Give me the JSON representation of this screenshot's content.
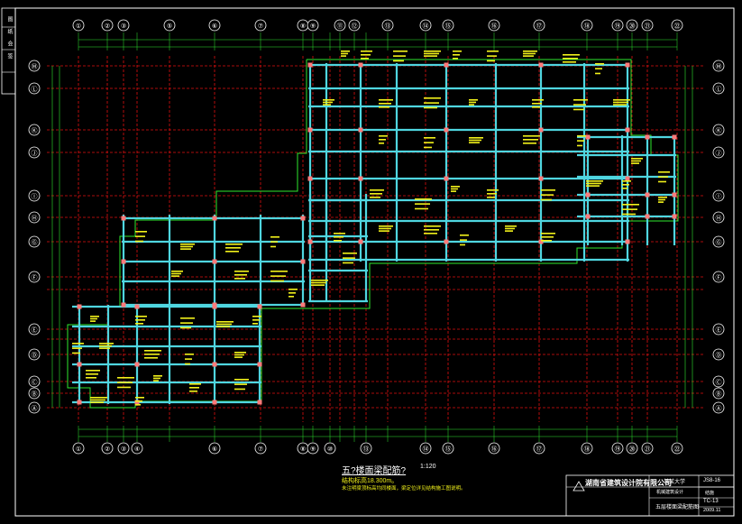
{
  "drawing": {
    "column_axes_top": [
      "①",
      "②",
      "③",
      "⑤",
      "⑥",
      "⑦",
      "⑧",
      "⑨",
      "⑪",
      "⑫",
      "⑬",
      "⑭",
      "⑮",
      "⑯",
      "⑰",
      "⑱",
      "⑲",
      "⑳",
      "㉑",
      "㉒"
    ],
    "column_axes_bottom": [
      "①",
      "②",
      "③",
      "④",
      "⑥",
      "⑦",
      "⑧",
      "⑨",
      "⑩",
      "⑬",
      "⑭",
      "⑮",
      "⑯",
      "⑰",
      "⑱",
      "⑲",
      "⑳",
      "㉑",
      "㉒"
    ],
    "row_axes": [
      "Ⓜ",
      "Ⓛ",
      "Ⓚ",
      "Ⓙ",
      "Ⓘ",
      "Ⓗ",
      "Ⓖ",
      "Ⓕ",
      "Ⓔ",
      "Ⓓ",
      "Ⓒ",
      "Ⓑ",
      "Ⓐ"
    ],
    "plan_title": "五?楼面梁配筋?",
    "scale": "1:120",
    "note_line1": "结构标高18.300m。",
    "note_line2": "未注明梁顶标高均同楼面，梁定位详见结构施工图说明。"
  },
  "sidebar": {
    "text": "图 纸 会 签"
  },
  "title_block": {
    "institute": "湖南省建筑设计院有限公司",
    "project": "某某大学",
    "subproject": "机械建筑设计",
    "drawing_name": "五层楼面梁配筋图",
    "code1": "JS8-16",
    "code2": "结施",
    "code3": "TC-13",
    "date": "2009.11"
  },
  "colors": {
    "grid_red": "#e01010",
    "axis_green": "#2ee82e",
    "beam_cyan": "#4fd6e0",
    "label_yellow": "#f2f21a",
    "column_pink": "#ff7a7a",
    "border_white": "#ffffff"
  }
}
